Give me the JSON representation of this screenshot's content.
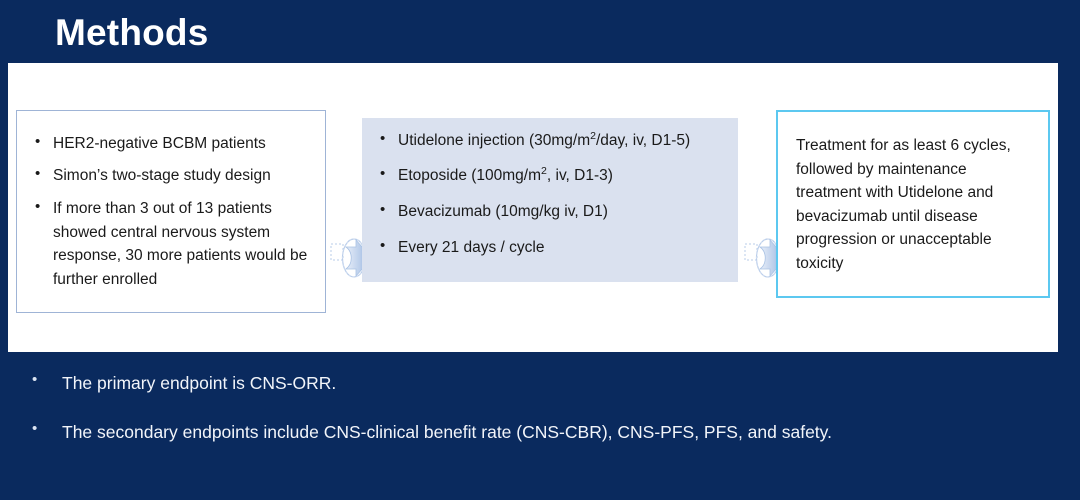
{
  "slide": {
    "title": "Methods",
    "background_color": "#0a2a5e",
    "panel_color": "#ffffff"
  },
  "flow": {
    "boxes": [
      {
        "name": "eligibility",
        "border_color": "#9fb4d6",
        "fill_color": "#ffffff",
        "bullets": [
          "HER2-negative BCBM patients",
          "Simon’s two-stage study design",
          "If more than 3 out of 13 patients showed central nervous system response, 30 more patients would be further enrolled"
        ]
      },
      {
        "name": "regimen",
        "border_color": "none",
        "fill_color": "#dae1ef",
        "bullets_rich": [
          {
            "pre": "Utidelone injection (30mg/m",
            "sup": "2",
            "post": "/day, iv, D1-5)"
          },
          {
            "pre": "Etoposide (100mg/m",
            "sup": "2",
            "post": ", iv, D1-3)"
          },
          {
            "pre": "Bevacizumab (10mg/kg iv, D1)",
            "sup": "",
            "post": ""
          },
          {
            "pre": "Every 21 days / cycle",
            "sup": "",
            "post": ""
          }
        ]
      },
      {
        "name": "maintenance",
        "border_color": "#5cc8f0",
        "fill_color": "#ffffff",
        "paragraph": "Treatment for as least 6 cycles, followed by maintenance treatment with Utidelone and bevacizumab until disease progression or unacceptable toxicity"
      }
    ],
    "arrows": [
      {
        "name": "arrow-eligibility-to-regimen",
        "color": "#7ba3d8"
      },
      {
        "name": "arrow-regimen-to-maintenance",
        "color": "#7ba3d8"
      }
    ]
  },
  "footer": {
    "bullets": [
      "The primary endpoint is CNS-ORR.",
      "The secondary endpoints include CNS-clinical benefit rate (CNS-CBR), CNS-PFS, PFS, and safety."
    ]
  }
}
